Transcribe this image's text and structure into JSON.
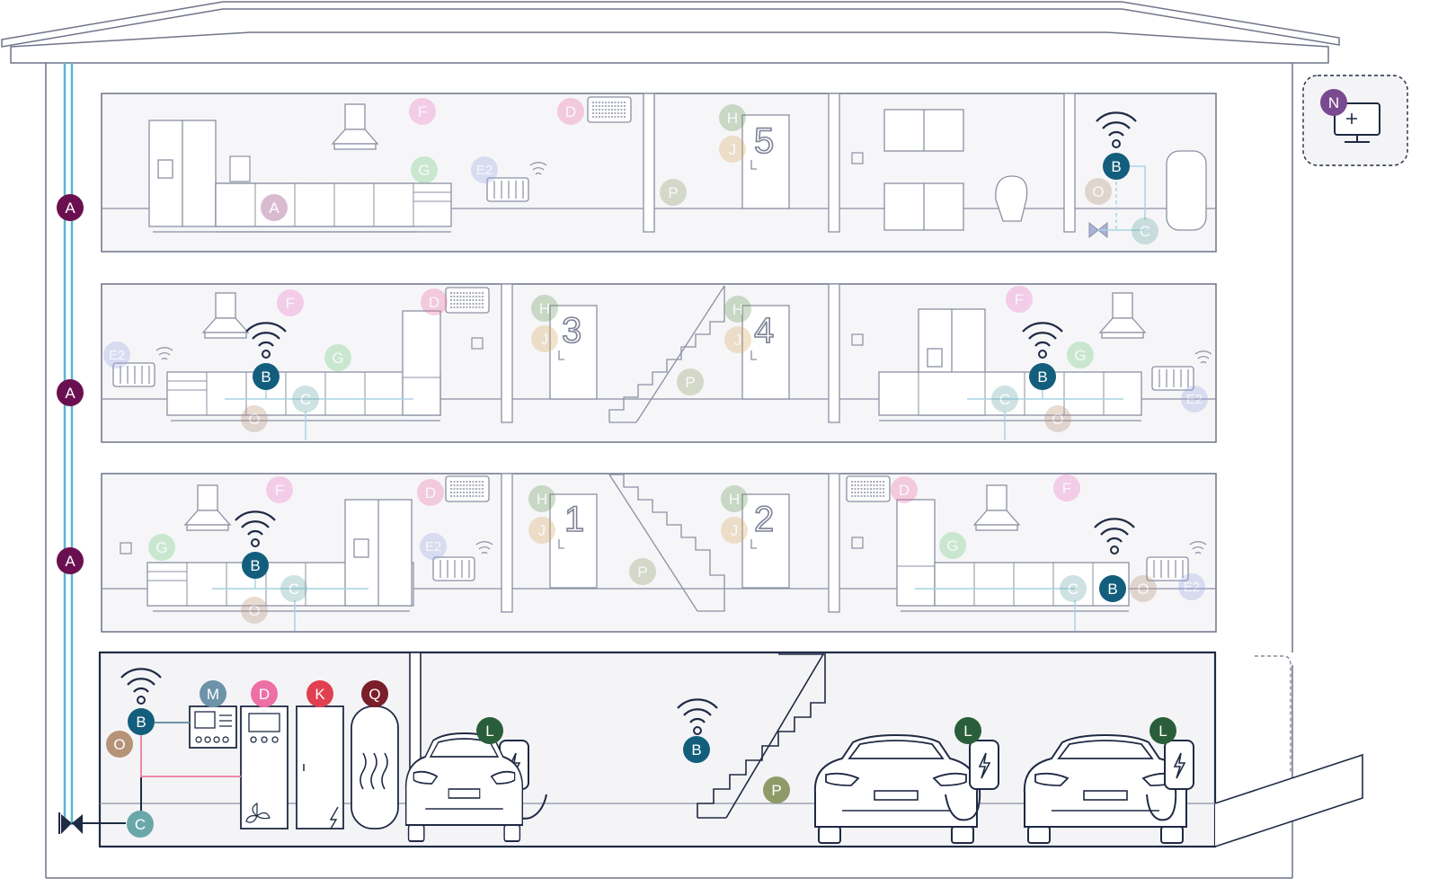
{
  "diagram": {
    "colors": {
      "A": "#6a1050",
      "B": "#135e7c",
      "C": "#6aa7a9",
      "D": "#ee6ea6",
      "E2": "#9aa8e4",
      "F": "#ee76c6",
      "G": "#6cc87a",
      "H": "#6b9a5d",
      "J": "#d8ab64",
      "K": "#e04050",
      "L": "#2a5e3a",
      "M": "#6c93a8",
      "N": "#7a4a90",
      "O": "#b59377",
      "P": "#8f9a68",
      "Q": "#7a1e2a"
    },
    "badges": [
      {
        "id": "A",
        "label": "A",
        "icon": "riser-meter-badge"
      },
      {
        "id": "A",
        "label": "A",
        "icon": "riser-meter-badge"
      },
      {
        "id": "A",
        "label": "A",
        "icon": "riser-meter-badge"
      },
      {
        "id": "A",
        "label": "A",
        "icon": "kitchen-badge"
      },
      {
        "id": "F",
        "label": "F",
        "icon": "smoke-detector-badge"
      },
      {
        "id": "D",
        "label": "D",
        "icon": "ventilation-badge"
      },
      {
        "id": "G",
        "label": "G",
        "icon": "appliance-badge"
      },
      {
        "id": "E2",
        "label": "E2",
        "icon": "radiator-badge"
      },
      {
        "id": "H",
        "label": "H",
        "icon": "door-badge"
      },
      {
        "id": "J",
        "label": "J",
        "icon": "lock-badge"
      },
      {
        "id": "P",
        "label": "P",
        "icon": "corridor-badge"
      },
      {
        "id": "B",
        "label": "B",
        "icon": "gateway-badge"
      },
      {
        "id": "O",
        "label": "O",
        "icon": "sensor-badge"
      },
      {
        "id": "C",
        "label": "C",
        "icon": "water-meter-badge"
      },
      {
        "id": "N",
        "label": "N",
        "icon": "monitor-badge"
      },
      {
        "id": "F",
        "label": "F",
        "icon": "smoke-detector-badge"
      },
      {
        "id": "D",
        "label": "D",
        "icon": "ventilation-badge"
      },
      {
        "id": "E2",
        "label": "E2",
        "icon": "radiator-badge"
      },
      {
        "id": "B",
        "label": "B",
        "icon": "gateway-badge"
      },
      {
        "id": "C",
        "label": "C",
        "icon": "water-meter-badge"
      },
      {
        "id": "O",
        "label": "O",
        "icon": "sensor-badge"
      },
      {
        "id": "G",
        "label": "G",
        "icon": "appliance-badge"
      },
      {
        "id": "H",
        "label": "H",
        "icon": "door-badge"
      },
      {
        "id": "J",
        "label": "J",
        "icon": "lock-badge"
      },
      {
        "id": "H",
        "label": "H",
        "icon": "door-badge"
      },
      {
        "id": "J",
        "label": "J",
        "icon": "lock-badge"
      },
      {
        "id": "P",
        "label": "P",
        "icon": "corridor-badge"
      },
      {
        "id": "F",
        "label": "F",
        "icon": "smoke-detector-badge"
      },
      {
        "id": "G",
        "label": "G",
        "icon": "appliance-badge"
      },
      {
        "id": "B",
        "label": "B",
        "icon": "gateway-badge"
      },
      {
        "id": "C",
        "label": "C",
        "icon": "water-meter-badge"
      },
      {
        "id": "O",
        "label": "O",
        "icon": "sensor-badge"
      },
      {
        "id": "E2",
        "label": "E2",
        "icon": "radiator-badge"
      },
      {
        "id": "F",
        "label": "F",
        "icon": "smoke-detector-badge"
      },
      {
        "id": "D",
        "label": "D",
        "icon": "ventilation-badge"
      },
      {
        "id": "G",
        "label": "G",
        "icon": "appliance-badge"
      },
      {
        "id": "B",
        "label": "B",
        "icon": "gateway-badge"
      },
      {
        "id": "C",
        "label": "C",
        "icon": "water-meter-badge"
      },
      {
        "id": "O",
        "label": "O",
        "icon": "sensor-badge"
      },
      {
        "id": "E2",
        "label": "E2",
        "icon": "radiator-badge"
      },
      {
        "id": "H",
        "label": "H",
        "icon": "door-badge"
      },
      {
        "id": "J",
        "label": "J",
        "icon": "lock-badge"
      },
      {
        "id": "H",
        "label": "H",
        "icon": "door-badge"
      },
      {
        "id": "J",
        "label": "J",
        "icon": "lock-badge"
      },
      {
        "id": "P",
        "label": "P",
        "icon": "corridor-badge"
      },
      {
        "id": "D",
        "label": "D",
        "icon": "ventilation-badge"
      },
      {
        "id": "F",
        "label": "F",
        "icon": "smoke-detector-badge"
      },
      {
        "id": "G",
        "label": "G",
        "icon": "appliance-badge"
      },
      {
        "id": "B",
        "label": "B",
        "icon": "gateway-badge"
      },
      {
        "id": "C",
        "label": "C",
        "icon": "water-meter-badge"
      },
      {
        "id": "O",
        "label": "O",
        "icon": "sensor-badge"
      },
      {
        "id": "E2",
        "label": "E2",
        "icon": "radiator-badge"
      },
      {
        "id": "B",
        "label": "B",
        "icon": "gateway-badge"
      },
      {
        "id": "O",
        "label": "O",
        "icon": "sensor-badge"
      },
      {
        "id": "M",
        "label": "M",
        "icon": "controller-badge"
      },
      {
        "id": "D",
        "label": "D",
        "icon": "ventilation-unit-badge"
      },
      {
        "id": "K",
        "label": "K",
        "icon": "electrical-cabinet-badge"
      },
      {
        "id": "Q",
        "label": "Q",
        "icon": "hot-water-tank-badge"
      },
      {
        "id": "C",
        "label": "C",
        "icon": "water-meter-badge"
      },
      {
        "id": "L",
        "label": "L",
        "icon": "ev-charger-badge"
      },
      {
        "id": "B",
        "label": "B",
        "icon": "gateway-badge"
      },
      {
        "id": "P",
        "label": "P",
        "icon": "stairwell-badge"
      },
      {
        "id": "L",
        "label": "L",
        "icon": "ev-charger-badge"
      },
      {
        "id": "L",
        "label": "L",
        "icon": "ev-charger-badge"
      }
    ],
    "door_numbers": [
      "5",
      "3",
      "4",
      "1",
      "2"
    ]
  }
}
